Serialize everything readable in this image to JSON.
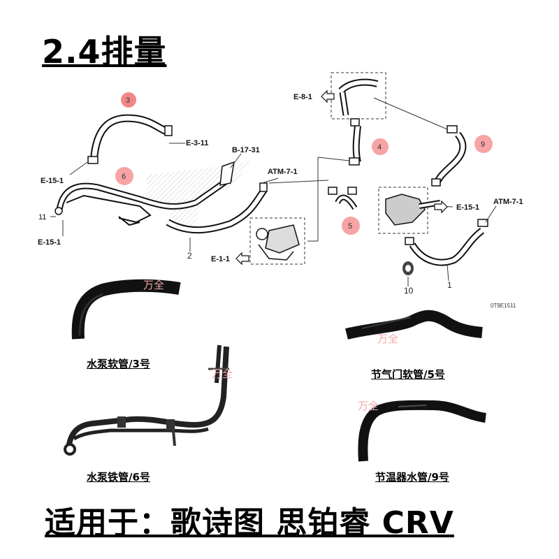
{
  "title": "2.4排量",
  "diagram": {
    "refs": {
      "e8_1": "E-8-1",
      "e3_11": "E-3-11",
      "b17_31": "B-17-31",
      "atm_left": "ATM-7-1",
      "atm_right": "ATM-7-1",
      "e15_1_left": "E-15-1",
      "e15_1_bottom": "E-15-1",
      "e15_1_right": "E-15-1",
      "e1_1": "E-1-1"
    },
    "part_numbers": {
      "p1": "1",
      "p2": "2",
      "p10": "10",
      "p11": "11"
    },
    "callouts": {
      "c3": "3",
      "c4": "4",
      "c5": "5",
      "c6": "6",
      "c9": "9"
    },
    "drawing_code": "0T9E1511"
  },
  "watermark": "万全",
  "products": {
    "water_pump_hose": "水泵软管/3号",
    "throttle_hose": "节气门软管/5号",
    "water_pump_pipe": "水泵铁管/6号",
    "thermostat_pipe": "节温器水管/9号"
  },
  "footer": "适用于：歌诗图  思铂睿  CRV"
}
